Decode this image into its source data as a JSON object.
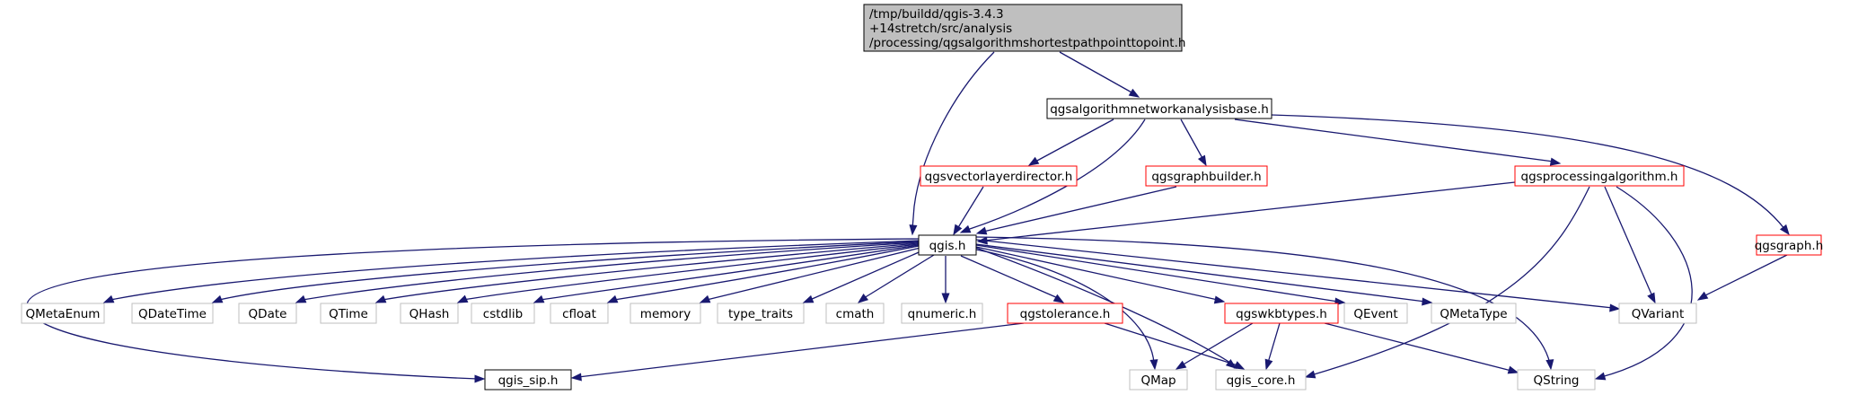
{
  "diagram": {
    "type": "include-dependency-graph",
    "colors": {
      "edge": "#191970",
      "root_fill": "#bfbfbf",
      "border_black": "#000000",
      "border_red": "#ff0000",
      "border_grey": "#bfbfbf",
      "text_grey": "#555555"
    },
    "nodes": {
      "root": {
        "lines": [
          "/tmp/buildd/qgis-3.4.3",
          "+14stretch/src/analysis",
          "/processing/qgsalgorithmshortestpathpointtopoint.h"
        ],
        "style": "root"
      },
      "netbase": {
        "lines": [
          "qgsalgorithmnetworkanalysisbase.h"
        ],
        "style": "black"
      },
      "vld": {
        "lines": [
          "qgsvectorlayerdirector.h"
        ],
        "style": "red"
      },
      "gb": {
        "lines": [
          "qgsgraphbuilder.h"
        ],
        "style": "red"
      },
      "pa": {
        "lines": [
          "qgsprocessingalgorithm.h"
        ],
        "style": "red"
      },
      "graph": {
        "lines": [
          "qgsgraph.h"
        ],
        "style": "red"
      },
      "qgis": {
        "lines": [
          "qgis.h"
        ],
        "style": "black"
      },
      "qmetaenum": {
        "lines": [
          "QMetaEnum"
        ],
        "style": "grey"
      },
      "qdatetime": {
        "lines": [
          "QDateTime"
        ],
        "style": "grey"
      },
      "qdate": {
        "lines": [
          "QDate"
        ],
        "style": "grey"
      },
      "qtime": {
        "lines": [
          "QTime"
        ],
        "style": "grey"
      },
      "qhash": {
        "lines": [
          "QHash"
        ],
        "style": "grey"
      },
      "cstdlib": {
        "lines": [
          "cstdlib"
        ],
        "style": "grey"
      },
      "cfloat": {
        "lines": [
          "cfloat"
        ],
        "style": "grey"
      },
      "memory": {
        "lines": [
          "memory"
        ],
        "style": "grey"
      },
      "type_traits": {
        "lines": [
          "type_traits"
        ],
        "style": "grey"
      },
      "cmath": {
        "lines": [
          "cmath"
        ],
        "style": "grey"
      },
      "qnumeric": {
        "lines": [
          "qnumeric.h"
        ],
        "style": "grey"
      },
      "tolerance": {
        "lines": [
          "qgstolerance.h"
        ],
        "style": "red"
      },
      "wkb": {
        "lines": [
          "qgswkbtypes.h"
        ],
        "style": "red"
      },
      "qevent": {
        "lines": [
          "QEvent"
        ],
        "style": "grey"
      },
      "qmetatype": {
        "lines": [
          "QMetaType"
        ],
        "style": "grey"
      },
      "qvariant": {
        "lines": [
          "QVariant"
        ],
        "style": "grey"
      },
      "sip": {
        "lines": [
          "qgis_sip.h"
        ],
        "style": "black"
      },
      "qmap": {
        "lines": [
          "QMap"
        ],
        "style": "grey"
      },
      "core": {
        "lines": [
          "qgis_core.h"
        ],
        "style": "grey"
      },
      "qstring": {
        "lines": [
          "QString"
        ],
        "style": "grey"
      }
    }
  }
}
